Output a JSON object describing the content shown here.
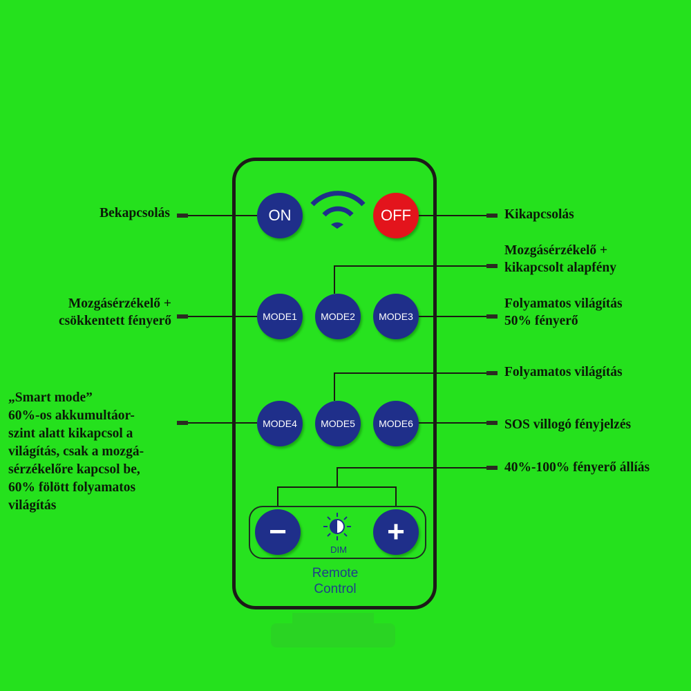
{
  "remote": {
    "on_label": "ON",
    "off_label": "OFF",
    "modes": [
      "MODE1",
      "MODE2",
      "MODE3",
      "MODE4",
      "MODE5",
      "MODE6"
    ],
    "minus_label": "−",
    "plus_label": "+",
    "dim_label": "DIM",
    "title_line1": "Remote",
    "title_line2": "Control",
    "icons": [
      "wifi-icon",
      "brightness-icon"
    ],
    "colors": {
      "background": "#25e11d",
      "button": "#1f2f8a",
      "off_button": "#e3141c"
    }
  },
  "annotations": {
    "on": "Bekapcsolás",
    "off": "Kikapcsolás",
    "mode1": [
      "Mozgásérzékelő +",
      "csökkentett fényerő"
    ],
    "mode2": [
      "Mozgásérzékelő +",
      "kikapcsolt alapfény"
    ],
    "mode3": [
      "Folyamatos világítás",
      "50% fényerő"
    ],
    "mode4": [
      "„Smart mode”",
      "60%-os akkumultáor-",
      "szint alatt kikapcsol a",
      "világítás, csak a mozgá-",
      "sérzékelőre kapcsol be,",
      "60% fölött folyamatos",
      "világítás"
    ],
    "mode5": "Folyamatos világítás",
    "mode6": "SOS villogó fényjelzés",
    "dim": "40%-100% fényerő állíás"
  }
}
